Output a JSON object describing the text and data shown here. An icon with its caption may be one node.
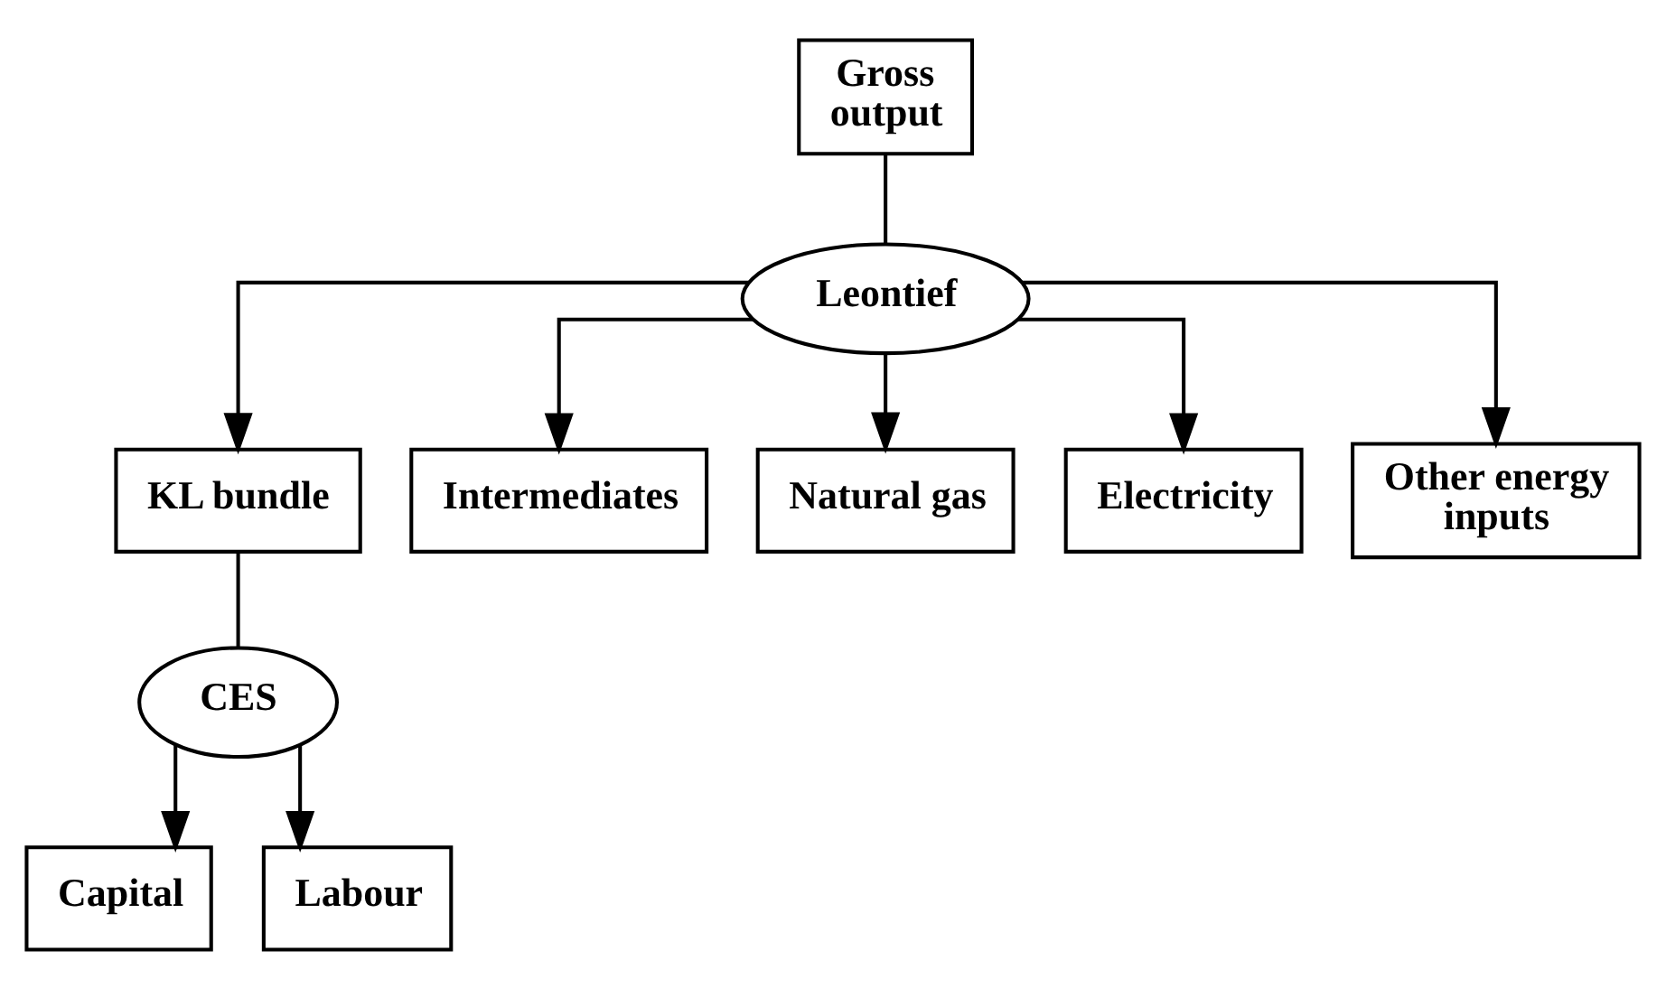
{
  "diagram": {
    "nodes": [
      {
        "text": [
          "Gross output"
        ]
      },
      {
        "text": [
          "Leontief"
        ]
      },
      {
        "text": [
          "KL bundle"
        ]
      },
      {
        "text": [
          "Intermediates"
        ]
      },
      {
        "text": [
          "Natural gas"
        ]
      },
      {
        "text": [
          "Electricity"
        ]
      },
      {
        "text": [
          "Other energy inputs"
        ]
      },
      {
        "text": [
          "CES"
        ]
      },
      {
        "text": [
          "Capital"
        ]
      },
      {
        "text": [
          "Labour"
        ]
      }
    ],
    "edges": [
      {
        "from": 0,
        "to": 1,
        "arrow": "none"
      },
      {
        "from": 1,
        "to": 2,
        "arrow": "to"
      },
      {
        "from": 1,
        "to": 3,
        "arrow": "to"
      },
      {
        "from": 1,
        "to": 4,
        "arrow": "to"
      },
      {
        "from": 1,
        "to": 5,
        "arrow": "to"
      },
      {
        "from": 1,
        "to": 6,
        "arrow": "to"
      },
      {
        "from": 2,
        "to": 7,
        "arrow": "none"
      },
      {
        "from": 7,
        "to": 8,
        "arrow": "to"
      },
      {
        "from": 7,
        "to": 9,
        "arrow": "to"
      }
    ]
  }
}
